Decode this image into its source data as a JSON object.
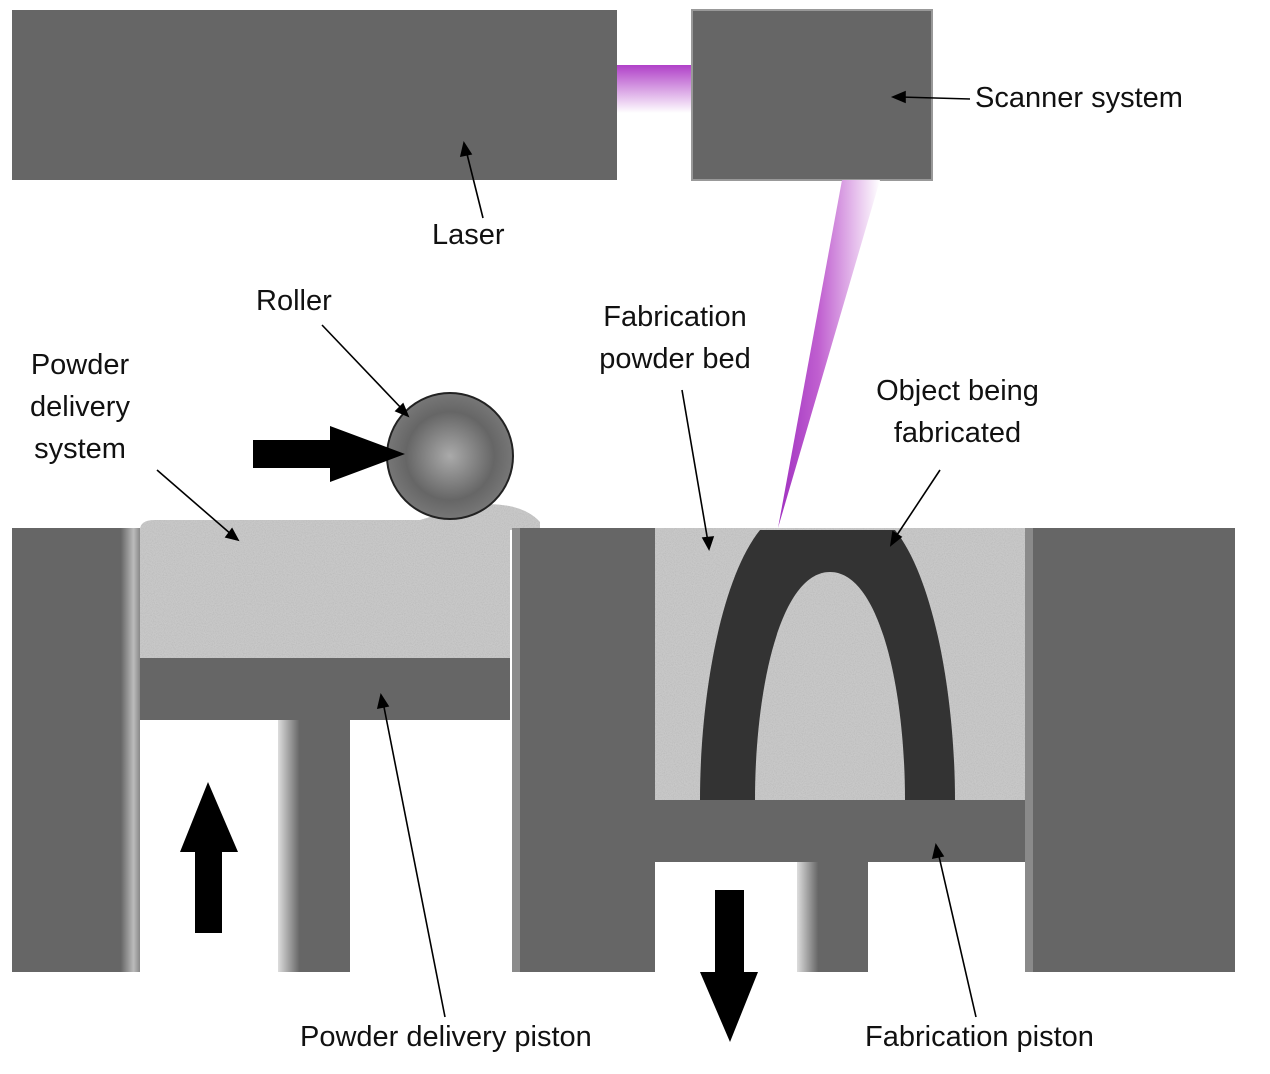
{
  "labels": {
    "scanner": "Scanner system",
    "laser": "Laser",
    "roller": "Roller",
    "powder_delivery_system": "Powder\ndelivery\nsystem",
    "fabrication_powder_bed": "Fabrication\npowder bed",
    "object": "Object being\nfabricated",
    "powder_delivery_piston": "Powder delivery piston",
    "fabrication_piston": "Fabrication piston"
  },
  "colors": {
    "machine": "#666666",
    "object": "#333333",
    "laser_beam": "#b040c8",
    "powder": "#c8c8c8"
  }
}
